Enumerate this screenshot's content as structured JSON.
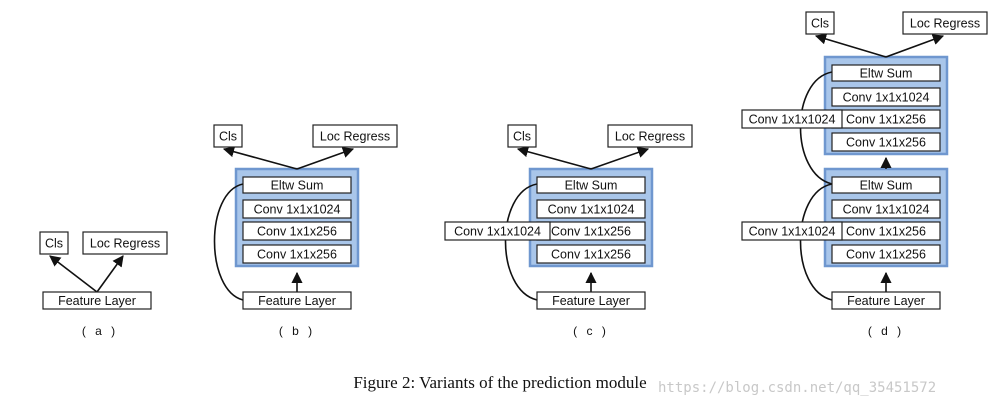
{
  "labels": {
    "cls": "Cls",
    "loc": "Loc Regress",
    "feature": "Feature Layer",
    "eltw": "Eltw Sum",
    "conv1024": "Conv 1x1x1024",
    "conv256": "Conv 1x1x256"
  },
  "colors": {
    "block_fill": "#a9c6ea",
    "block_border": "#6f97cf",
    "line": "#111111",
    "box_border": "#222222"
  },
  "panels": [
    {
      "id": "a",
      "label": "( a )"
    },
    {
      "id": "b",
      "label": "( b )"
    },
    {
      "id": "c",
      "label": "( c )"
    },
    {
      "id": "d",
      "label": "( d )"
    }
  ],
  "caption": "Figure 2: Variants of the prediction module",
  "watermark": "https://blog.csdn.net/qq_35451572"
}
